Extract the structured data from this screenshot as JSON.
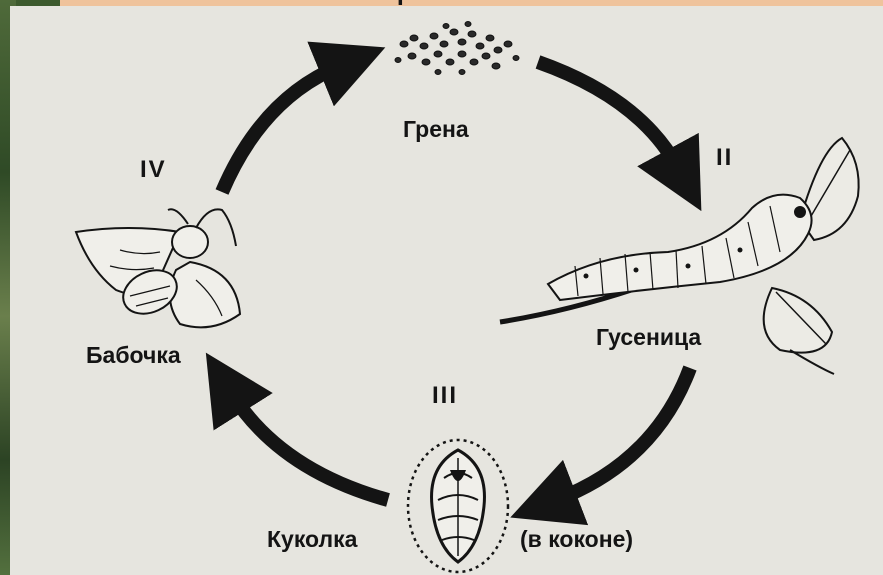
{
  "diagram": {
    "stages": [
      {
        "numeral": "I",
        "name": "Грена"
      },
      {
        "numeral": "II",
        "name": "Гусеница"
      },
      {
        "numeral": "III",
        "name": "Куколка",
        "note": "(в коконе)"
      },
      {
        "numeral": "IV",
        "name": "Бабочка"
      }
    ]
  },
  "colors": {
    "panel": "#e6e5df",
    "ink": "#141414",
    "top_strip": "#efc39c",
    "background_foliage": "#3d5a2e"
  },
  "icons": [
    "eggs-icon",
    "caterpillar-icon",
    "pupa-cocoon-icon",
    "moth-icon"
  ]
}
